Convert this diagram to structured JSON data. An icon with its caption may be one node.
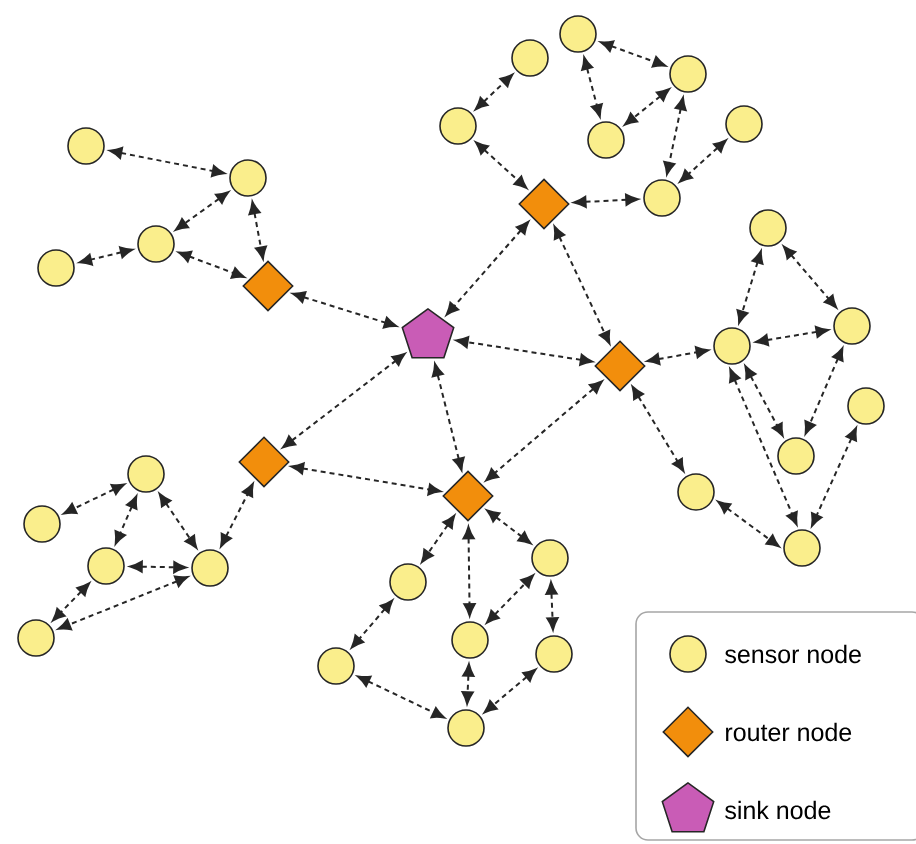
{
  "diagram": {
    "nodes": [
      {
        "text": [],
        "shape": "circle"
      },
      {
        "text": [],
        "shape": "circle"
      },
      {
        "text": [],
        "shape": "circle"
      },
      {
        "text": [],
        "shape": "circle"
      },
      {
        "text": [],
        "shape": "circle"
      },
      {
        "text": [],
        "shape": "circle"
      },
      {
        "text": [],
        "shape": "circle"
      },
      {
        "text": [],
        "shape": "circle"
      },
      {
        "text": [],
        "shape": "circle"
      },
      {
        "text": [],
        "shape": "circle"
      },
      {
        "text": [],
        "shape": "circle"
      },
      {
        "text": [],
        "shape": "circle"
      },
      {
        "text": [],
        "shape": "circle"
      },
      {
        "text": [],
        "shape": "circle"
      },
      {
        "text": [],
        "shape": "circle"
      },
      {
        "text": [],
        "shape": "circle"
      },
      {
        "text": [],
        "shape": "circle"
      },
      {
        "text": [],
        "shape": "circle"
      },
      {
        "text": [],
        "shape": "circle"
      },
      {
        "text": [],
        "shape": "circle"
      },
      {
        "text": [],
        "shape": "circle"
      },
      {
        "text": [],
        "shape": "circle"
      },
      {
        "text": [],
        "shape": "circle"
      },
      {
        "text": [],
        "shape": "circle"
      },
      {
        "text": [],
        "shape": "circle"
      },
      {
        "text": [],
        "shape": "circle"
      },
      {
        "text": [],
        "shape": "circle"
      },
      {
        "text": [],
        "shape": "circle"
      },
      {
        "text": [],
        "shape": "circle"
      },
      {
        "text": [],
        "shape": "diamond"
      },
      {
        "text": [],
        "shape": "diamond"
      },
      {
        "text": [],
        "shape": "diamond"
      },
      {
        "text": [],
        "shape": "diamond"
      },
      {
        "text": [],
        "shape": "diamond"
      },
      {
        "text": [],
        "shape": "pentagon"
      }
    ],
    "edges": [
      {
        "from": 3,
        "to": 8,
        "arrow": "both",
        "style": "dashed"
      },
      {
        "from": 8,
        "to": 6,
        "arrow": "both",
        "style": "dashed"
      },
      {
        "from": 6,
        "to": 2,
        "arrow": "both",
        "style": "dashed"
      },
      {
        "from": 6,
        "to": 30,
        "arrow": "both",
        "style": "dashed"
      },
      {
        "from": 8,
        "to": 30,
        "arrow": "both",
        "style": "dashed"
      },
      {
        "from": 30,
        "to": 34,
        "arrow": "both",
        "style": "dashed"
      },
      {
        "from": 11,
        "to": 14,
        "arrow": "both",
        "style": "dashed"
      },
      {
        "from": 11,
        "to": 32,
        "arrow": "both",
        "style": "dashed"
      },
      {
        "from": 17,
        "to": 20,
        "arrow": "both",
        "style": "dashed"
      },
      {
        "from": 17,
        "to": 18,
        "arrow": "both",
        "style": "dashed"
      },
      {
        "from": 20,
        "to": 18,
        "arrow": "both",
        "style": "dashed"
      },
      {
        "from": 20,
        "to": 19,
        "arrow": "both",
        "style": "dashed"
      },
      {
        "from": 23,
        "to": 19,
        "arrow": "both",
        "style": "dashed"
      },
      {
        "from": 32,
        "to": 19,
        "arrow": "both",
        "style": "dashed"
      },
      {
        "from": 32,
        "to": 34,
        "arrow": "both",
        "style": "dashed"
      },
      {
        "from": 32,
        "to": 33,
        "arrow": "both",
        "style": "dashed"
      },
      {
        "from": 33,
        "to": 22,
        "arrow": "both",
        "style": "dashed"
      },
      {
        "from": 24,
        "to": 22,
        "arrow": "both",
        "style": "dashed"
      },
      {
        "from": 24,
        "to": 27,
        "arrow": "both",
        "style": "dashed"
      },
      {
        "from": 22,
        "to": 27,
        "arrow": "both",
        "style": "dashed"
      },
      {
        "from": 22,
        "to": 25,
        "arrow": "both",
        "style": "dashed"
      },
      {
        "from": 22,
        "to": 26,
        "arrow": "both",
        "style": "dashed"
      },
      {
        "from": 27,
        "to": 25,
        "arrow": "both",
        "style": "dashed"
      },
      {
        "from": 28,
        "to": 26,
        "arrow": "both",
        "style": "dashed"
      },
      {
        "from": 33,
        "to": 21,
        "arrow": "both",
        "style": "dashed"
      },
      {
        "from": 21,
        "to": 26,
        "arrow": "both",
        "style": "dashed"
      },
      {
        "from": 33,
        "to": 34,
        "arrow": "both",
        "style": "dashed"
      },
      {
        "from": 33,
        "to": 31,
        "arrow": "both",
        "style": "dashed"
      },
      {
        "from": 5,
        "to": 1,
        "arrow": "both",
        "style": "dashed"
      },
      {
        "from": 5,
        "to": 4,
        "arrow": "both",
        "style": "dashed"
      },
      {
        "from": 5,
        "to": 7,
        "arrow": "both",
        "style": "dashed"
      },
      {
        "from": 4,
        "to": 7,
        "arrow": "both",
        "style": "dashed"
      },
      {
        "from": 4,
        "to": 0,
        "arrow": "both",
        "style": "dashed"
      },
      {
        "from": 7,
        "to": 0,
        "arrow": "both",
        "style": "dashed"
      },
      {
        "from": 7,
        "to": 29,
        "arrow": "both",
        "style": "dashed"
      },
      {
        "from": 29,
        "to": 31,
        "arrow": "both",
        "style": "dashed"
      },
      {
        "from": 29,
        "to": 34,
        "arrow": "both",
        "style": "dashed"
      },
      {
        "from": 31,
        "to": 10,
        "arrow": "both",
        "style": "dashed"
      },
      {
        "from": 10,
        "to": 9,
        "arrow": "both",
        "style": "dashed"
      },
      {
        "from": 9,
        "to": 12,
        "arrow": "both",
        "style": "dashed"
      },
      {
        "from": 31,
        "to": 13,
        "arrow": "both",
        "style": "dashed"
      },
      {
        "from": 31,
        "to": 15,
        "arrow": "both",
        "style": "dashed"
      },
      {
        "from": 13,
        "to": 15,
        "arrow": "both",
        "style": "dashed"
      },
      {
        "from": 15,
        "to": 16,
        "arrow": "both",
        "style": "dashed"
      },
      {
        "from": 13,
        "to": 12,
        "arrow": "both",
        "style": "dashed"
      },
      {
        "from": 16,
        "to": 12,
        "arrow": "both",
        "style": "dashed"
      },
      {
        "from": 31,
        "to": 34,
        "arrow": "both",
        "style": "dashed"
      }
    ],
    "legend": [
      {
        "text": "sensor node"
      },
      {
        "text": "router node"
      },
      {
        "text": "sink node"
      }
    ]
  }
}
